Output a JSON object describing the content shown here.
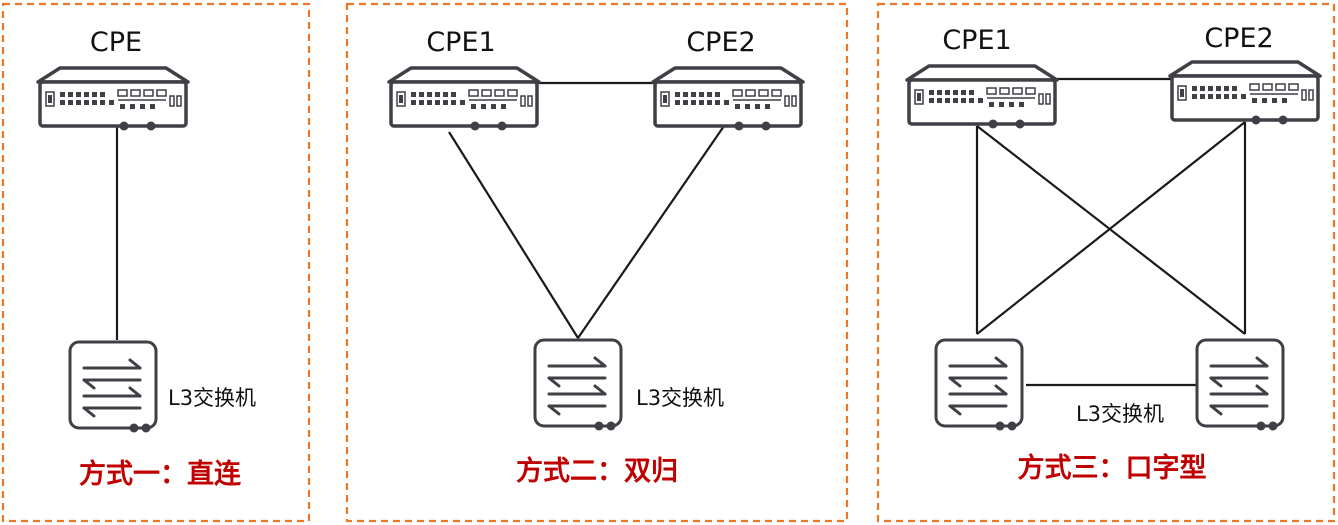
{
  "panels": [
    {
      "caption": "方式一：直连",
      "devices": [
        {
          "label": "CPE"
        }
      ],
      "switches": [
        {
          "label": "L3交换机"
        }
      ]
    },
    {
      "caption": "方式二：双归",
      "devices": [
        {
          "label": "CPE1"
        },
        {
          "label": "CPE2"
        }
      ],
      "switches": [
        {
          "label": "L3交换机"
        }
      ]
    },
    {
      "caption": "方式三：口字型",
      "devices": [
        {
          "label": "CPE1"
        },
        {
          "label": "CPE2"
        }
      ],
      "switches": [
        {
          "label": "L3交换机"
        }
      ]
    }
  ],
  "colors": {
    "frame": "#e8782a",
    "caption": "#c00000",
    "device": "#3f3f46",
    "link": "#1a1a1a"
  },
  "icons": {
    "cpe": "cpe-router-icon",
    "switch": "l3-switch-icon"
  }
}
